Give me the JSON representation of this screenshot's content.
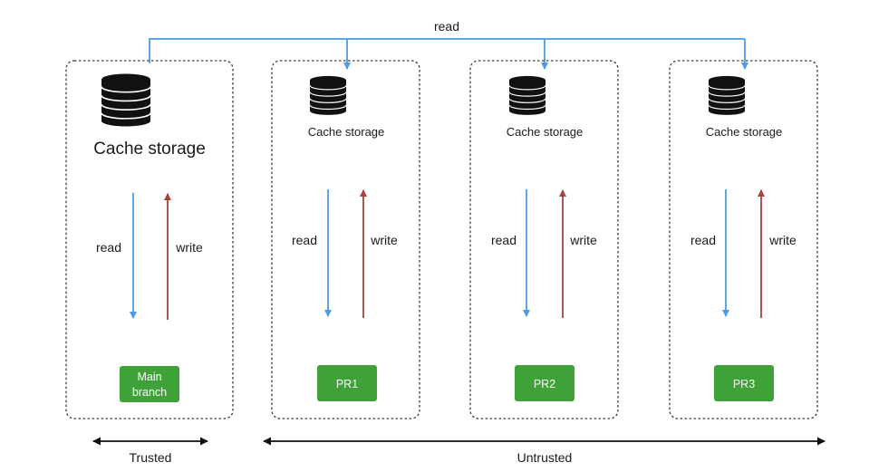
{
  "top_read_label": "read",
  "panels": [
    {
      "cache_label": "Cache storage",
      "read_label": "read",
      "write_label": "write",
      "branch_label_lines": [
        "Main",
        "branch"
      ]
    },
    {
      "cache_label": "Cache storage",
      "read_label": "read",
      "write_label": "write",
      "branch_label_lines": [
        "PR1"
      ]
    },
    {
      "cache_label": "Cache storage",
      "read_label": "read",
      "write_label": "write",
      "branch_label_lines": [
        "PR2"
      ]
    },
    {
      "cache_label": "Cache storage",
      "read_label": "read",
      "write_label": "write",
      "branch_label_lines": [
        "PR3"
      ]
    }
  ],
  "zones": {
    "trusted_label": "Trusted",
    "untrusted_label": "Untrusted"
  },
  "colors": {
    "read": "#4a9be8",
    "write": "#a8423a",
    "branch": "#3ea238"
  },
  "icons": {
    "cache": "database-icon"
  }
}
